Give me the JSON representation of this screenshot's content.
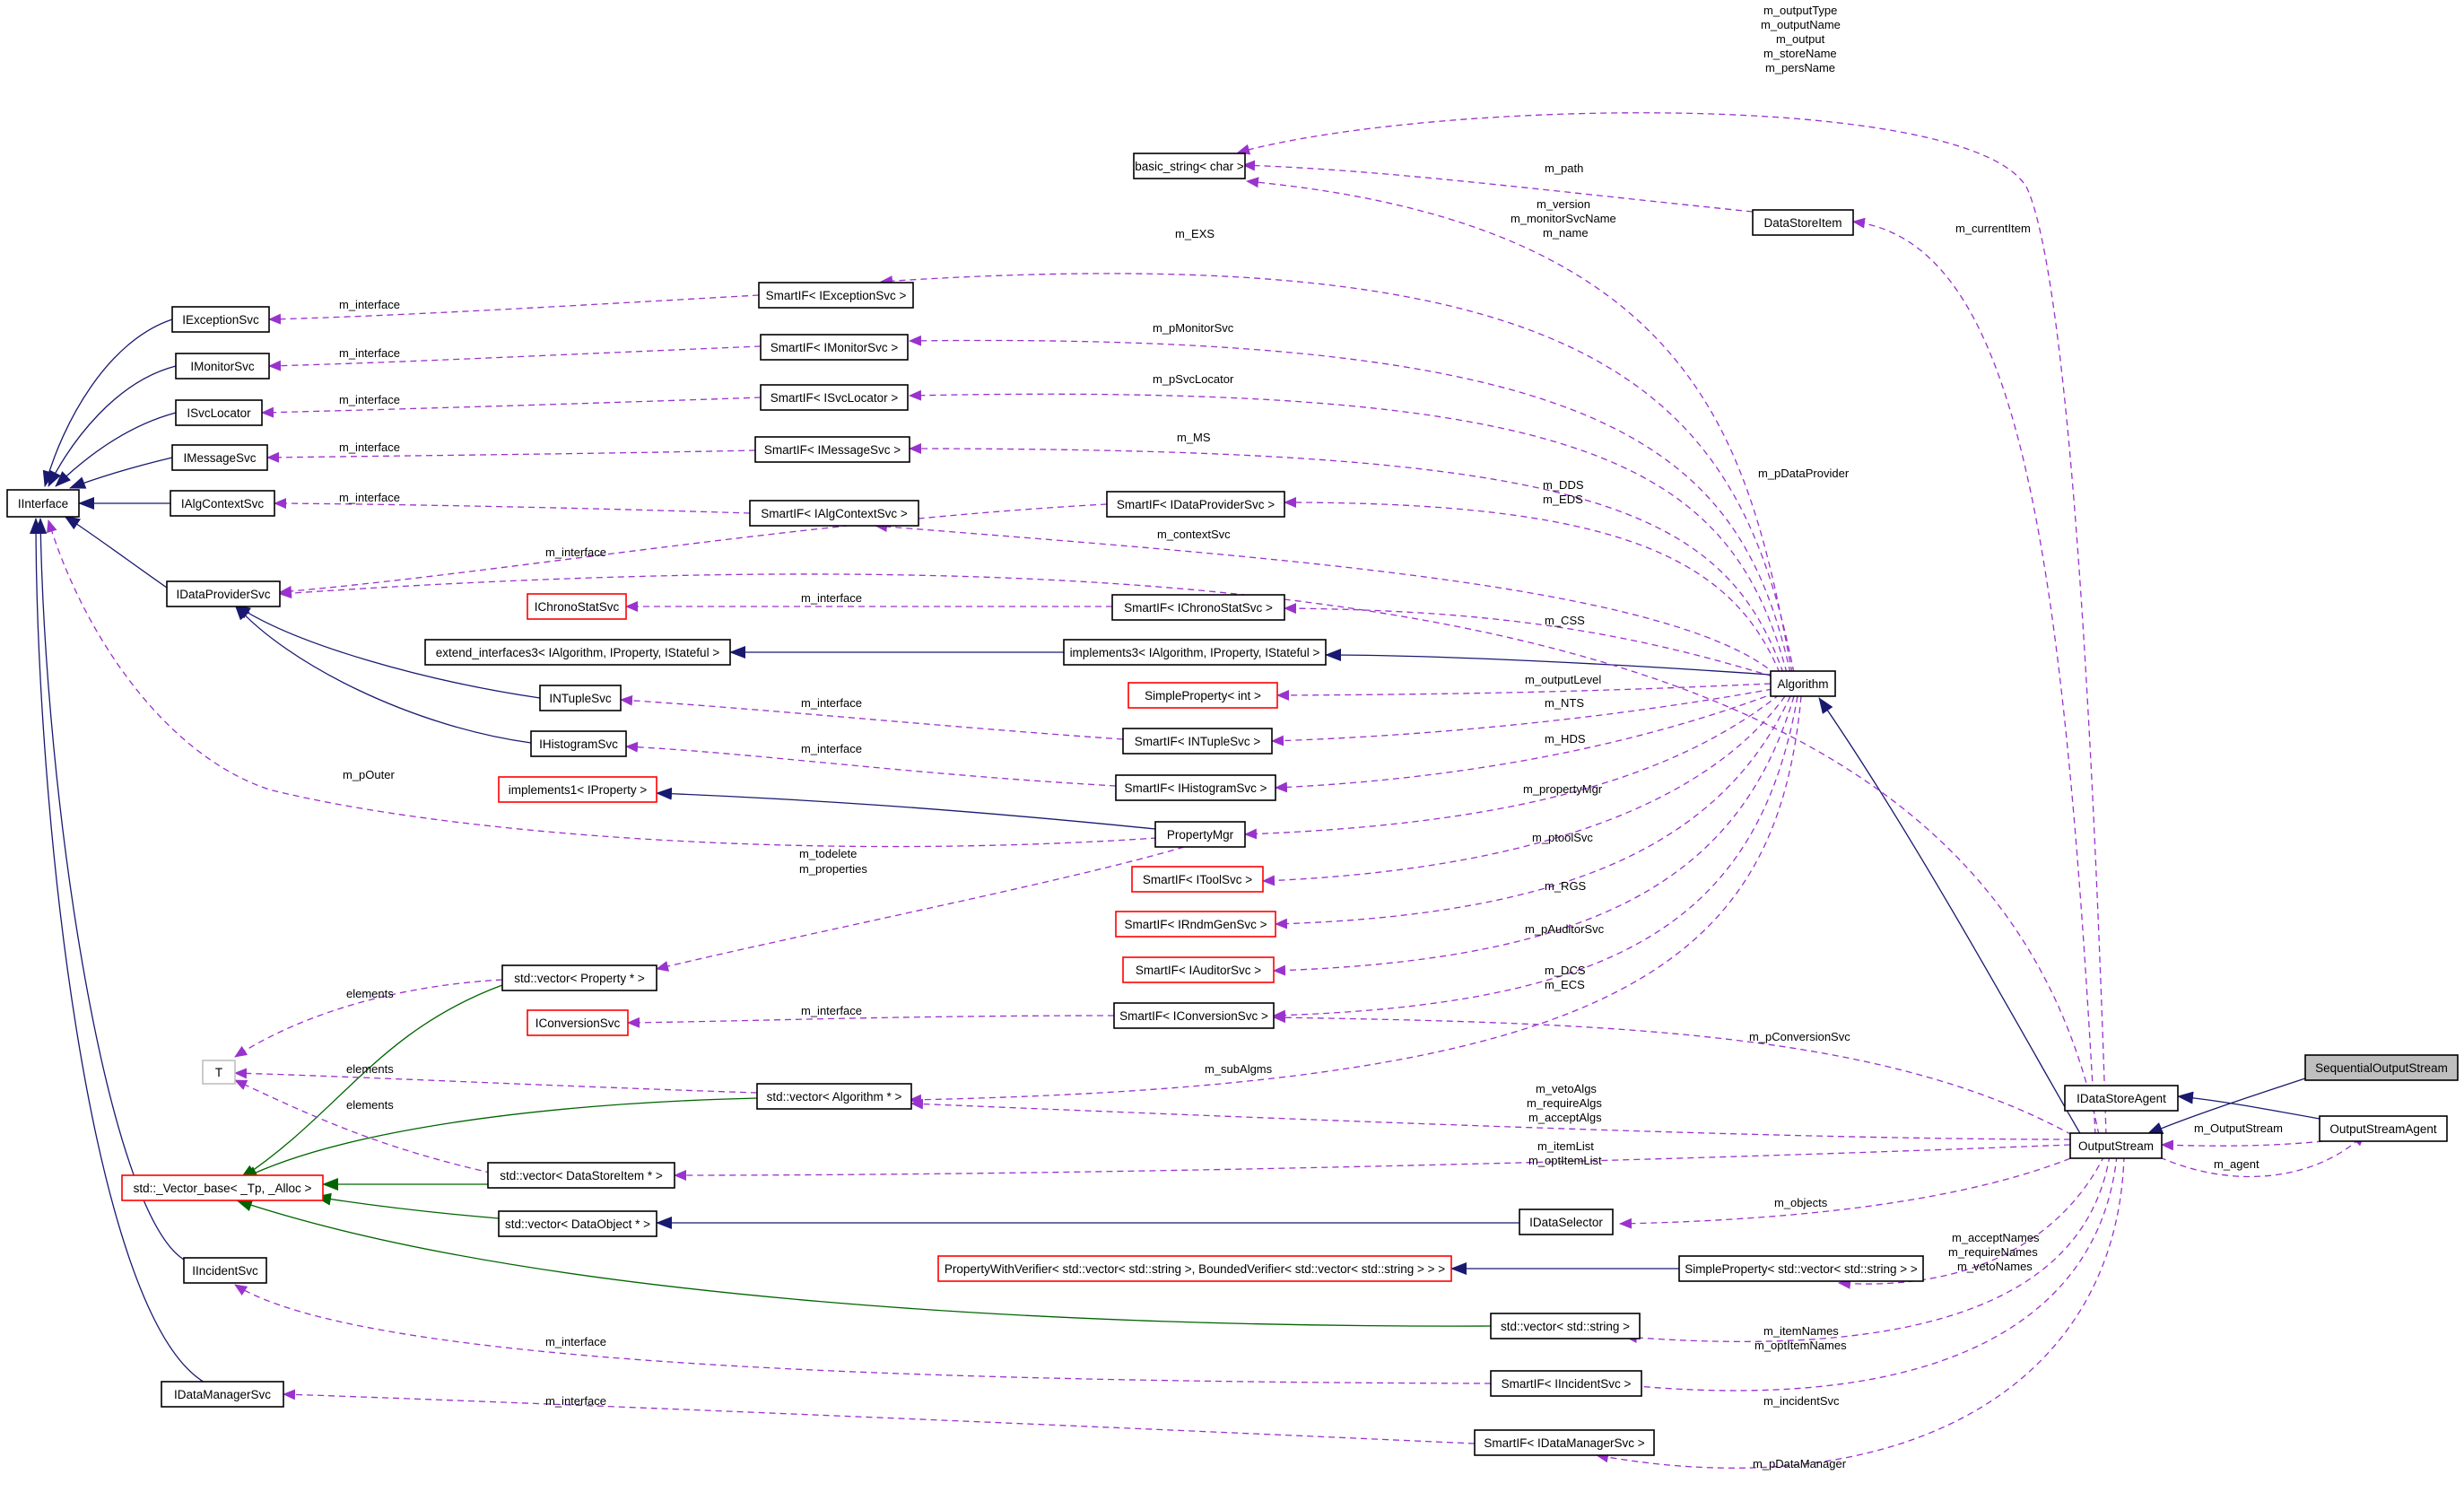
{
  "nodes": {
    "interface": "IInterface",
    "exceptionsvc": "IExceptionSvc",
    "monitorsvc": "IMonitorSvc",
    "svclocator": "ISvcLocator",
    "messagesvc": "IMessageSvc",
    "algcontextsvc": "IAlgContextSvc",
    "dataprovidersvc": "IDataProviderSvc",
    "incidentsvc": "IIncidentSvc",
    "datamanagersvc": "IDataManagerSvc",
    "chronostatsvc": "IChronoStatSvc",
    "extend_interfaces": "extend_interfaces3< IAlgorithm, IProperty, IStateful >",
    "ntuplesvc": "INTupleSvc",
    "histogramsvc": "IHistogramSvc",
    "implements1": "implements1< IProperty >",
    "vector_property": "std::vector< Property * >",
    "conversionsvc": "IConversionSvc",
    "t": "T",
    "vector_algorithm": "std::vector< Algorithm * >",
    "vector_base": "std::_Vector_base< _Tp, _Alloc >",
    "vector_datastoreitem": "std::vector< DataStoreItem * >",
    "vector_dataobject": "std::vector< DataObject * >",
    "basic_string": "basic_string< char >",
    "smartif_exceptionsvc": "SmartIF< IExceptionSvc >",
    "smartif_monitorsvc": "SmartIF< IMonitorSvc >",
    "smartif_svclocator": "SmartIF< ISvcLocator >",
    "smartif_messagesvc": "SmartIF< IMessageSvc >",
    "smartif_algcontextsvc": "SmartIF< IAlgContextSvc >",
    "smartif_dataprovidersvc": "SmartIF< IDataProviderSvc >",
    "smartif_chronostatsvc": "SmartIF< IChronoStatSvc >",
    "implements3": "implements3< IAlgorithm, IProperty, IStateful >",
    "simpleproperty_int": "SimpleProperty< int >",
    "smartif_ntuplesvc": "SmartIF< INTupleSvc >",
    "smartif_histogramsvc": "SmartIF< IHistogramSvc >",
    "propertymgr": "PropertyMgr",
    "smartif_toolsvc": "SmartIF< IToolSvc >",
    "smartif_rndmgensvc": "SmartIF< IRndmGenSvc >",
    "smartif_auditorsvc": "SmartIF< IAuditorSvc >",
    "smartif_conversionsvc": "SmartIF< IConversionSvc >",
    "propertywithverifier": "PropertyWithVerifier< std::vector< std::string >, BoundedVerifier< std::vector< std::string > > >",
    "vector_string": "std::vector< std::string >",
    "smartif_incidentsvc": "SmartIF< IIncidentSvc >",
    "smartif_datamanagersvc": "SmartIF< IDataManagerSvc >",
    "datastoreitem": "DataStoreItem",
    "algorithm": "Algorithm",
    "idataselector": "IDataSelector",
    "simpleproperty_vecstring": "SimpleProperty< std::vector< std::string > >",
    "idatastoreagent": "IDataStoreAgent",
    "outputstream": "OutputStream",
    "sequentialoutputstream": "SequentialOutputStream",
    "outputstreamagent": "OutputStreamAgent"
  },
  "labels": {
    "interface_1": "m_interface",
    "interface_2": "m_interface",
    "interface_3": "m_interface",
    "interface_4": "m_interface",
    "interface_5": "m_interface",
    "interface_6": "m_interface",
    "interface_7": "m_interface",
    "interface_8": "m_interface",
    "interface_9": "m_interface",
    "interface_10": "m_interface",
    "interface_11": "m_interface",
    "interface_12": "m_interface",
    "poutput_outer": "m_pOuter",
    "todelete": "m_todelete",
    "properties": "m_properties",
    "elements_1": "elements",
    "elements_2": "elements",
    "elements_3": "elements",
    "outputtype": "m_outputType",
    "outputname": "m_outputName",
    "output": "m_output",
    "storename": "m_storeName",
    "persname": "m_persName",
    "path": "m_path",
    "version": "m_version",
    "monitorsvcname": "m_monitorSvcName",
    "name": "m_name",
    "exs": "m_EXS",
    "pmonitorsvc": "m_pMonitorSvc",
    "psvclocator": "m_pSvcLocator",
    "ms": "m_MS",
    "dds": "m_DDS",
    "eds": "m_EDS",
    "contextsvc": "m_contextSvc",
    "css": "m_CSS",
    "outputlevel": "m_outputLevel",
    "nts": "m_NTS",
    "hds": "m_HDS",
    "propertymgr": "m_propertyMgr",
    "ptoolsvc": "m_ptoolSvc",
    "rgs": "m_RGS",
    "pauditorsvc": "m_pAuditorSvc",
    "dcs": "m_DCS",
    "ecs": "m_ECS",
    "subalgms": "m_subAlgms",
    "currentitem": "m_currentItem",
    "pdataprovider": "m_pDataProvider",
    "pconversionsvc": "m_pConversionSvc",
    "vetoalgs": "m_vetoAlgs",
    "requirealgs": "m_requireAlgs",
    "acceptalgs": "m_acceptAlgs",
    "itemlist": "m_itemList",
    "optitemlist": "m_optItemList",
    "objects": "m_objects",
    "acceptnames": "m_acceptNames",
    "requirenames": "m_requireNames",
    "vetonames": "m_vetoNames",
    "itemnames": "m_itemNames",
    "optitemnames": "m_optItemNames",
    "incidentsvc": "m_incidentSvc",
    "pdatamanager": "m_pDataManager",
    "outputstream_ref": "m_OutputStream",
    "agent": "m_agent"
  }
}
